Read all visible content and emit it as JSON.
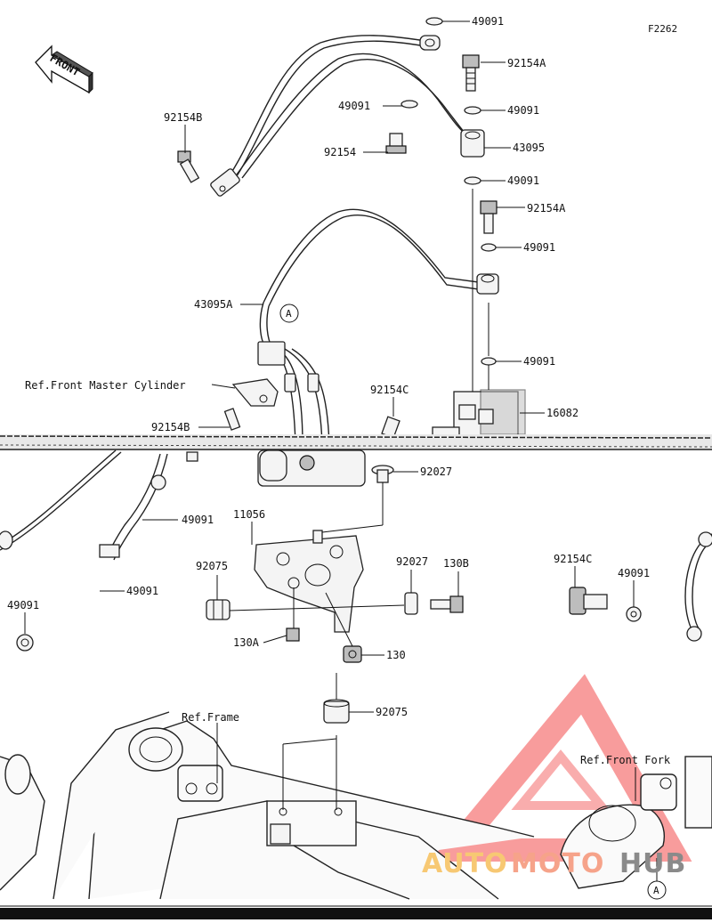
{
  "figure_code": "F2262",
  "front_arrow_label": "FRONT",
  "reference_marker": "A",
  "watermark": {
    "prefix": "AUTO",
    "middle": "MOTO",
    "suffix": "HUB",
    "prefix_color": "#f7c873",
    "middle_color": "#f6a38a",
    "suffix_color": "#8a8a8a",
    "logo_color": "#ef2b2b"
  },
  "references": {
    "front_master_cylinder": "Ref.Front Master Cylinder",
    "frame": "Ref.Frame",
    "front_fork": "Ref.Front Fork"
  },
  "part_labels": {
    "p49091_top": "49091",
    "p92154A_top": "92154A",
    "p92154B_top": "92154B",
    "p49091_mid_left": "49091",
    "p49091_mid_right": "49091",
    "p92154_left": "92154",
    "p43095": "43095",
    "p49091_below_43095": "49091",
    "p92154A_mid": "92154A",
    "p49091_below_92154A": "49091",
    "p43095A": "43095A",
    "p49091_right_lower": "49091",
    "p92154C_mid": "92154C",
    "p16082": "16082",
    "p92154B_lower": "92154B",
    "p92027_upper": "92027",
    "p11056": "11056",
    "p49091_left_a": "49091",
    "p92075_left": "92075",
    "p92027_lower": "92027",
    "p130B": "130B",
    "p92154C_right": "92154C",
    "p49091_right_edge": "49091",
    "p49091_left_b": "49091",
    "p49091_far_left": "49091",
    "p130A": "130A",
    "p130": "130",
    "p92075_bottom": "92075"
  }
}
